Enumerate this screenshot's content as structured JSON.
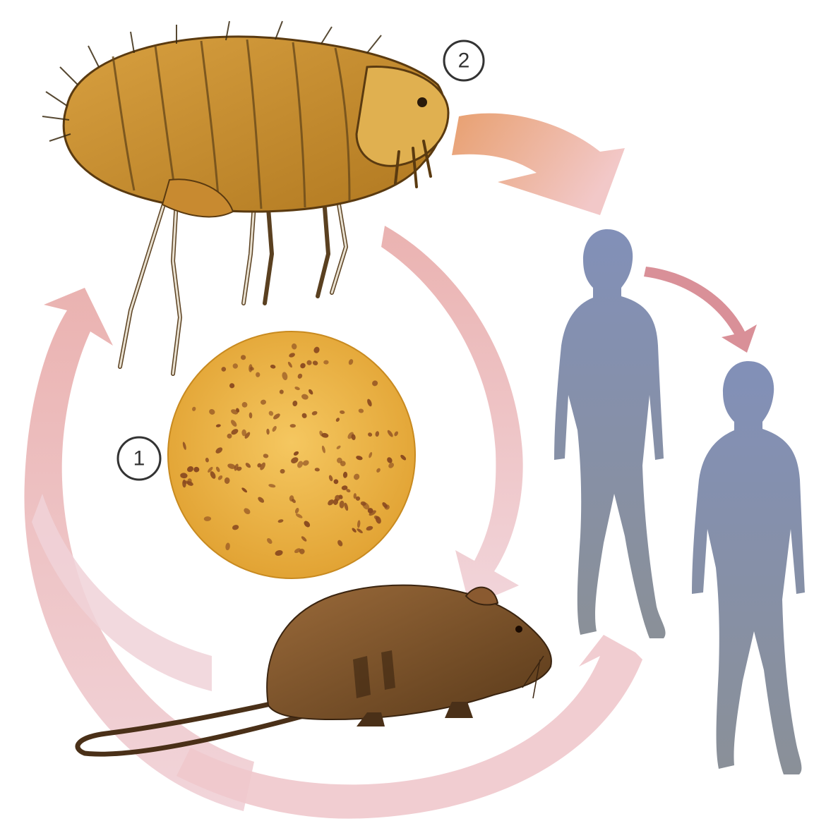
{
  "diagram": {
    "markers": [
      {
        "id": "bacteria",
        "label": "1"
      },
      {
        "id": "flea",
        "label": "2"
      }
    ],
    "colors": {
      "background": "#ffffff",
      "cycle_arrow": "#e8b8c0",
      "cycle_arrow_dark": "#d08a90",
      "bite_arrow": "#e89878",
      "flea_body": "#c8902a",
      "flea_dark": "#6a4a1a",
      "bacteria_disk": "#e8b040",
      "bacteria_dots": "#8a4a20",
      "rat_body": "#7a5530",
      "human_silhouette": "#7f8aa6"
    },
    "icons": {
      "flea": "flea-illustration",
      "bacteria": "bacteria-microscope-view",
      "rat": "rat-illustration",
      "human_1": "human-silhouette",
      "human_2": "human-silhouette"
    }
  }
}
